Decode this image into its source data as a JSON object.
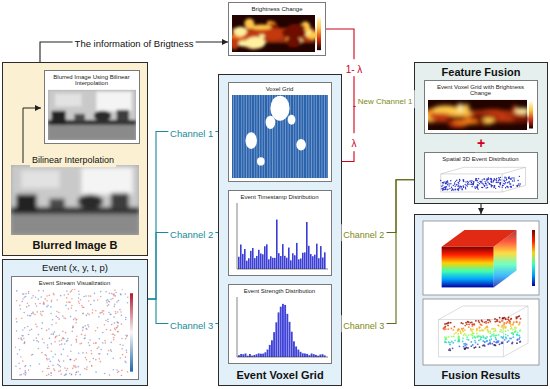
{
  "diagram": {
    "nodes": [
      {
        "text": [
          "Blurred Image B"
        ]
      },
      {
        "text": [
          "Blurred Image Using Bilinear Interpolation"
        ],
        "in": 0
      },
      {
        "text": [
          "Event (x, y, t, p)"
        ]
      },
      {
        "text": [
          "Event Stream Visualization"
        ],
        "in": 2
      },
      {
        "text": [
          "Brightness Change"
        ]
      },
      {
        "text": [
          "Event Voxel Grid"
        ]
      },
      {
        "text": [
          "Voxel Grid"
        ],
        "in": 5
      },
      {
        "text": [
          "Event Timestamp Distribution"
        ],
        "in": 5
      },
      {
        "text": [
          "Event Strength Distribution"
        ],
        "in": 5
      },
      {
        "text": [
          "Feature Fusion"
        ]
      },
      {
        "text": [
          "Event Voxel Grid with Brightness Change"
        ],
        "in": 9
      },
      {
        "text": [
          "Spatial 3D Event Distribution"
        ],
        "in": 9
      },
      {
        "text": [
          "Fusion Results"
        ]
      }
    ],
    "edges": [
      {
        "from": 0,
        "to": 4,
        "label": "The information of Brigtness",
        "arrow": "to"
      },
      {
        "from": 2,
        "to": 6,
        "label": "Channel 1",
        "arrow": "to"
      },
      {
        "from": 2,
        "to": 7,
        "label": "Channel 2",
        "arrow": "to"
      },
      {
        "from": 2,
        "to": 8,
        "label": "Channel 3",
        "arrow": "to"
      },
      {
        "from": 4,
        "to": 10,
        "label": "1- λ",
        "arrow": "to"
      },
      {
        "from": 6,
        "to": 10,
        "label": "λ",
        "arrow": "to"
      },
      {
        "from": 7,
        "to": 11,
        "label": "Channel 2",
        "arrow": "to"
      },
      {
        "from": 8,
        "to": 11,
        "label": "Channel 3",
        "arrow": "to"
      },
      {
        "from": 9,
        "to": 12,
        "arrow": "to"
      }
    ],
    "labels": [
      "Bilinear Interpolation",
      "New Channel 1",
      "+"
    ]
  }
}
